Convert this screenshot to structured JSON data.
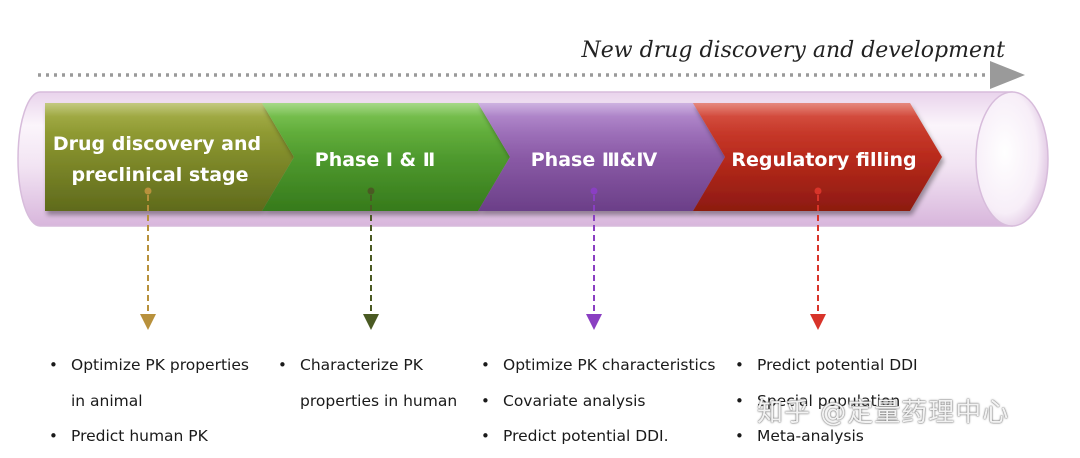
{
  "header": {
    "title": "New drug discovery and development"
  },
  "stages": [
    {
      "id": "discovery",
      "label_lines": [
        "Drug discovery and",
        "preclinical stage"
      ],
      "color": "#7f8a2a",
      "dash_color": "#b8913c"
    },
    {
      "id": "phase12",
      "label_lines": [
        "Phase Ⅰ & Ⅱ"
      ],
      "color": "#4f9a2e",
      "dash_color": "#4a5a23"
    },
    {
      "id": "phase34",
      "label_lines": [
        "Phase Ⅲ&Ⅳ"
      ],
      "color": "#8a5aa6",
      "dash_color": "#8a3fc2"
    },
    {
      "id": "regulatory",
      "label_lines": [
        "Regulatory filling"
      ],
      "color": "#b82a1c",
      "dash_color": "#d8342a"
    }
  ],
  "columns": [
    {
      "items": [
        [
          "Optimize PK properties",
          "in animal"
        ],
        [
          "Predict human PK"
        ]
      ]
    },
    {
      "items": [
        [
          "Characterize PK",
          "properties in human"
        ]
      ]
    },
    {
      "items": [
        [
          "Optimize PK characteristics"
        ],
        [
          "Covariate analysis"
        ],
        [
          "Predict potential DDI."
        ]
      ]
    },
    {
      "items": [
        [
          "Predict potential DDI"
        ],
        [
          "Special population"
        ],
        [
          "Meta-analysis"
        ]
      ]
    }
  ],
  "watermark": "知乎 @定量药理中心"
}
